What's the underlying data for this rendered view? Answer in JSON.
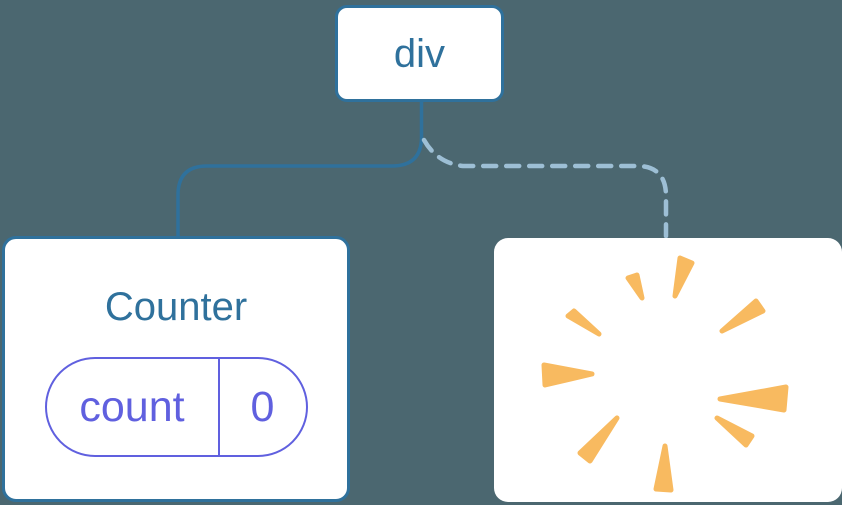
{
  "diagram": {
    "root": {
      "label": "div"
    },
    "counter": {
      "title": "Counter",
      "state": {
        "key": "count",
        "value": "0"
      },
      "connection": "solid"
    },
    "removed": {
      "icon": "poof-burst-icon",
      "connection": "dashed"
    }
  },
  "colors": {
    "background": "#4B6770",
    "node_fill": "#FFFFFF",
    "node_border": "#2F719C",
    "node_text": "#2F719C",
    "connector_solid": "#2F719C",
    "connector_dashed": "#9DBFD5",
    "state_accent": "#6060DF",
    "poof": "#F8BA60"
  }
}
